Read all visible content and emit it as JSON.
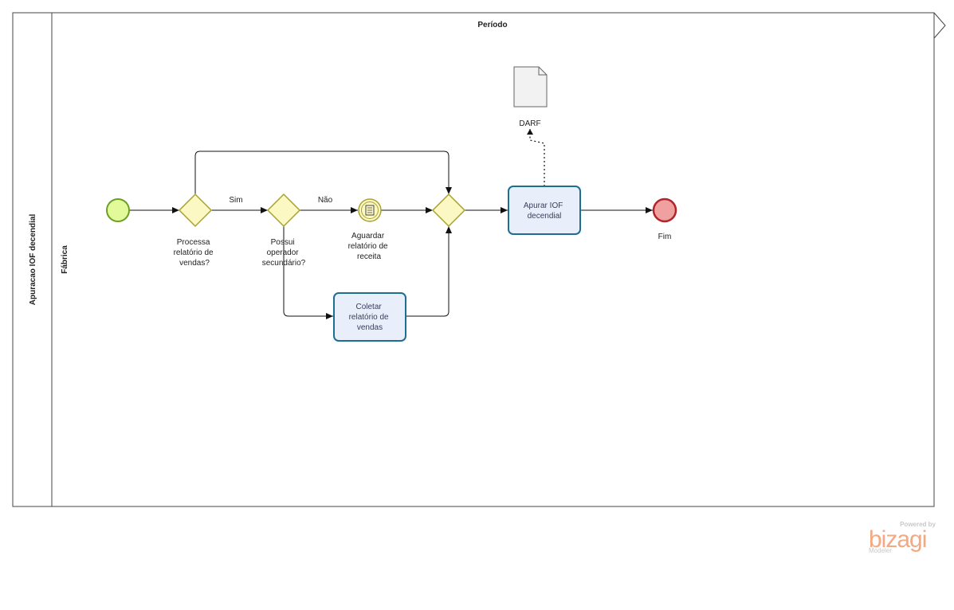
{
  "pool": {
    "title": "Apuracao IOF decendial"
  },
  "lane": {
    "title": "Fábrica"
  },
  "milestone": {
    "title": "Período"
  },
  "events": {
    "start": {
      "label": ""
    },
    "end": {
      "label": "Fim"
    },
    "intermediate": {
      "label_lines": [
        "Aguardar",
        "relatório de",
        "receita"
      ]
    }
  },
  "gateways": {
    "g1": {
      "label_lines": [
        "Processa",
        "relatório de",
        "vendas?"
      ]
    },
    "g2": {
      "label_lines": [
        "Possui",
        "operador",
        "secundário?"
      ]
    },
    "merge": {
      "label_lines": []
    }
  },
  "tasks": {
    "coletar": {
      "label_lines": [
        "Coletar",
        "relatório de",
        "vendas"
      ]
    },
    "apurar": {
      "label_lines": [
        "Apurar IOF",
        "decendial"
      ]
    }
  },
  "data_object": {
    "label": "DARF"
  },
  "flows": {
    "sim": "Sim",
    "nao": "Não"
  },
  "branding": {
    "powered": "Powered by",
    "name": "bizagi",
    "product": "Modeler"
  },
  "colors": {
    "start_fill": "#e3fa9b",
    "start_stroke": "#6aa021",
    "end_fill": "#f0a0a0",
    "end_stroke": "#b0252a",
    "gateway_fill": "#fcf8c4",
    "gateway_stroke": "#a8a232",
    "task_fill": "#e9eefb",
    "task_stroke": "#1e6e8f",
    "logo": "#f3a981"
  }
}
